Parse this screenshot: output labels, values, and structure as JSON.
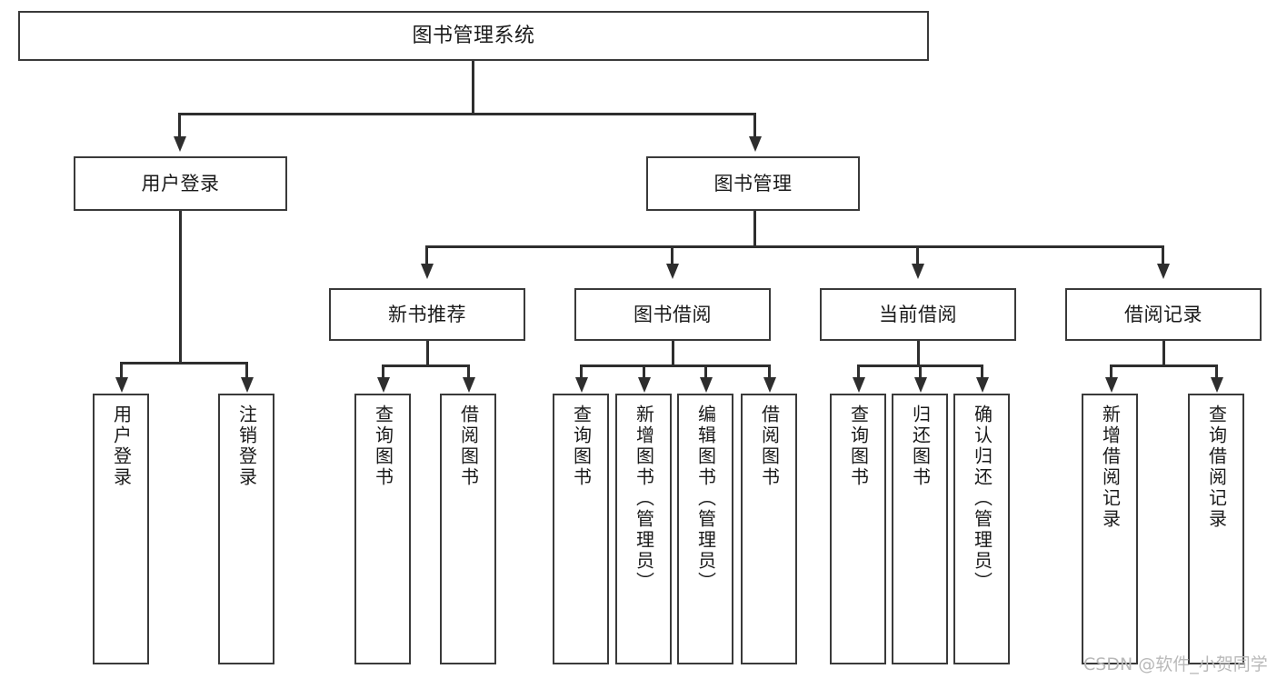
{
  "diagram": {
    "type": "tree-hierarchy-chart",
    "title": "图书管理系统",
    "levels": 4,
    "root": {
      "label": "图书管理系统"
    },
    "level2": [
      {
        "label": "用户登录"
      },
      {
        "label": "图书管理"
      }
    ],
    "level3": [
      {
        "label": "新书推荐"
      },
      {
        "label": "图书借阅"
      },
      {
        "label": "当前借阅"
      },
      {
        "label": "借阅记录"
      }
    ],
    "leaves": {
      "user_login": [
        {
          "label": "用户登录"
        },
        {
          "label": "注销登录"
        }
      ],
      "new_book_recommend": [
        {
          "label": "查询图书"
        },
        {
          "label": "借阅图书"
        }
      ],
      "book_borrow": [
        {
          "label": "查询图书"
        },
        {
          "label": "新增图书（管理员）"
        },
        {
          "label": "编辑图书（管理员）"
        },
        {
          "label": "借阅图书"
        }
      ],
      "current_borrow": [
        {
          "label": "查询图书"
        },
        {
          "label": "归还图书"
        },
        {
          "label": "确认归还（管理员）"
        }
      ],
      "borrow_records": [
        {
          "label": "新增借阅记录"
        },
        {
          "label": "查询借阅记录"
        }
      ]
    }
  },
  "watermark": {
    "text": "CSDN @软件_小贺同学"
  },
  "colors": {
    "background": "#ffffff",
    "box_border": "#3a3a3a",
    "line": "#2e2e2e",
    "text": "#1a1a1a",
    "watermark": "#b9b9b9"
  }
}
